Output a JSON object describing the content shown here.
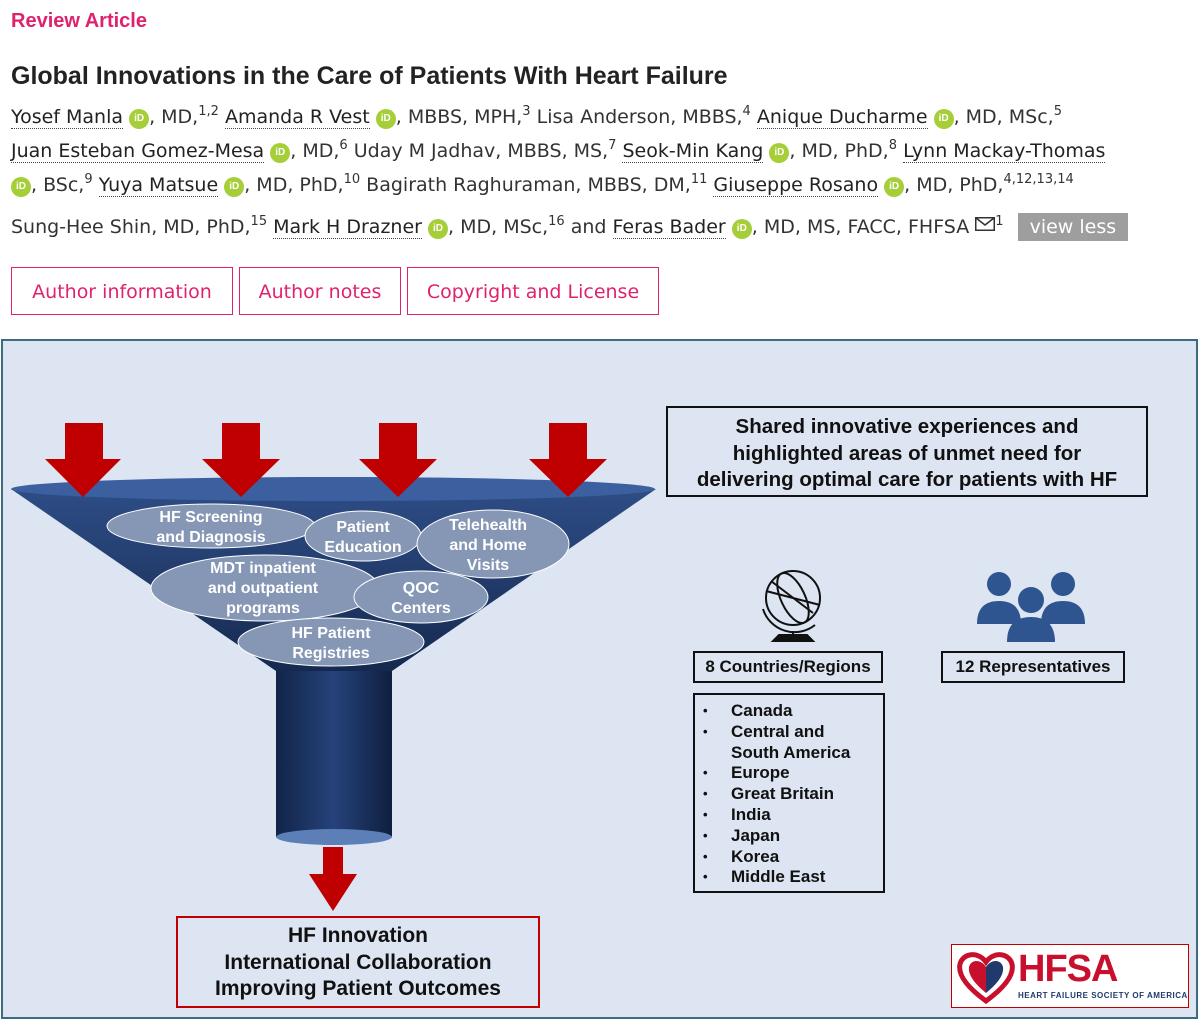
{
  "article": {
    "kicker": "Review Article",
    "title": "Global Innovations in the Care of Patients With Heart Failure"
  },
  "authors": {
    "a1_name": "Yosef Manla",
    "a1_deg": ", MD,",
    "a1_sup": "1,2",
    "a2_name": "Amanda R Vest",
    "a2_deg": ", MBBS, MPH,",
    "a2_sup": "3",
    "a3_plain": "Lisa Anderson, MBBS,",
    "a3_sup": "4",
    "a4_name": "Anique Ducharme",
    "a4_deg": ", MD, MSc,",
    "a4_sup": "5",
    "a5_name": "Juan Esteban Gomez-Mesa",
    "a5_deg": ", MD,",
    "a5_sup": "6",
    "a6_plain": "Uday M Jadhav, MBBS, MS,",
    "a6_sup": "7",
    "a7_name": "Seok-Min Kang",
    "a7_deg": ", MD, PhD,",
    "a7_sup": "8",
    "a8_name": "Lynn Mackay-Thomas",
    "a8_deg": ", BSc,",
    "a8_sup": "9",
    "a9_name": "Yuya Matsue",
    "a9_deg": ", MD, PhD,",
    "a9_sup": "10",
    "a10_plain": "Bagirath Raghuraman, MBBS, DM,",
    "a10_sup": "11",
    "a11_name": "Giuseppe Rosano",
    "a11_deg": ", MD, PhD,",
    "a11_sup": "4,12,13,14",
    "a12_plain": "Sung-Hee Shin, MD, PhD,",
    "a12_sup": "15",
    "a13_name": "Mark H Drazner",
    "a13_deg": ", MD, MSc,",
    "a13_sup": "16",
    "and": "and",
    "a14_name": "Feras Bader",
    "a14_deg": ", MD, MS, FACC, FHFSA",
    "a14_sup": "1",
    "orcid_label": "iD",
    "view_less": "view less"
  },
  "buttons": {
    "author_information": "Author information",
    "author_notes": "Author notes",
    "copyright": "Copyright and License"
  },
  "figure": {
    "shared_line1": "Shared innovative experiences and",
    "shared_line2": "highlighted areas of unmet need for",
    "shared_line3": "delivering optimal care for patients with HF",
    "funnel_items": {
      "screening_1": "HF Screening",
      "screening_2": "and Diagnosis",
      "education_1": "Patient",
      "education_2": "Education",
      "telehealth_1": "Telehealth",
      "telehealth_2": "and Home",
      "telehealth_3": "Visits",
      "mdt_1": "MDT inpatient",
      "mdt_2": "and outpatient",
      "mdt_3": "programs",
      "qoc_1": "QOC",
      "qoc_2": "Centers",
      "registries_1": "HF Patient",
      "registries_2": "Registries"
    },
    "countries_label": "8 Countries/Regions",
    "representatives_label": "12 Representatives",
    "countries": [
      "Canada",
      "Central and",
      "South America",
      "Europe",
      "Great Britain",
      "India",
      "Japan",
      "Korea",
      "Middle East"
    ],
    "outcome_line1": "HF Innovation",
    "outcome_line2": "International Collaboration",
    "outcome_line3": "Improving Patient Outcomes",
    "logo_text": "HFSA",
    "logo_subtitle": "HEART FAILURE SOCIETY OF AMERICA"
  },
  "colors": {
    "accent": "#e0226e",
    "orcid": "#a6ce39",
    "arrow": "#c00000",
    "funnel": "#1f3a6b",
    "figure_bg": "#dce5f1"
  }
}
